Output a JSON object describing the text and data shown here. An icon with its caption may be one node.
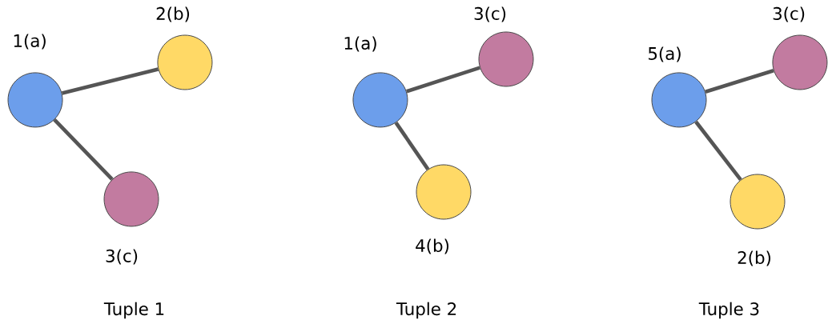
{
  "diagram": {
    "nodes": [
      {
        "text": [
          "1(a)"
        ]
      },
      {
        "text": [
          "2(b)"
        ]
      },
      {
        "text": [
          "3(c)"
        ]
      },
      {
        "text": [
          "1(a)"
        ]
      },
      {
        "text": [
          "3(c)"
        ]
      },
      {
        "text": [
          "4(b)"
        ]
      },
      {
        "text": [
          "5(a)"
        ]
      },
      {
        "text": [
          "3(c)"
        ]
      },
      {
        "text": [
          "2(b)"
        ]
      }
    ],
    "edges": [
      {
        "from": 0,
        "to": 1,
        "arrow": "none"
      },
      {
        "from": 0,
        "to": 2,
        "arrow": "none"
      },
      {
        "from": 3,
        "to": 4,
        "arrow": "none"
      },
      {
        "from": 3,
        "to": 5,
        "arrow": "none"
      },
      {
        "from": 6,
        "to": 7,
        "arrow": "none"
      },
      {
        "from": 6,
        "to": 8,
        "arrow": "none"
      }
    ],
    "labels": [
      "Tuple 1",
      "Tuple 2",
      "Tuple 3"
    ]
  }
}
